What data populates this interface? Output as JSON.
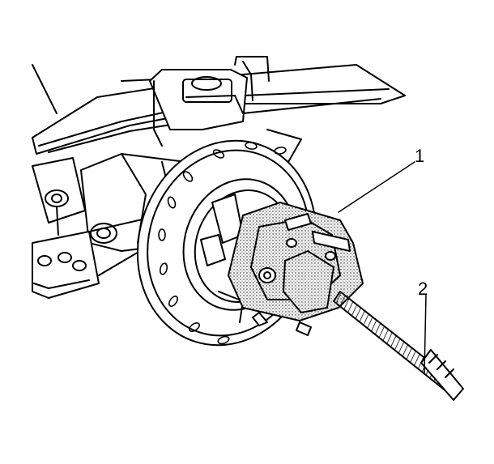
{
  "diagram": {
    "callouts": [
      {
        "id": "1",
        "label": "1"
      },
      {
        "id": "2",
        "label": "2"
      }
    ],
    "colors": {
      "line": "#000000",
      "background": "#ffffff",
      "shading": "#d9d9d9"
    }
  }
}
